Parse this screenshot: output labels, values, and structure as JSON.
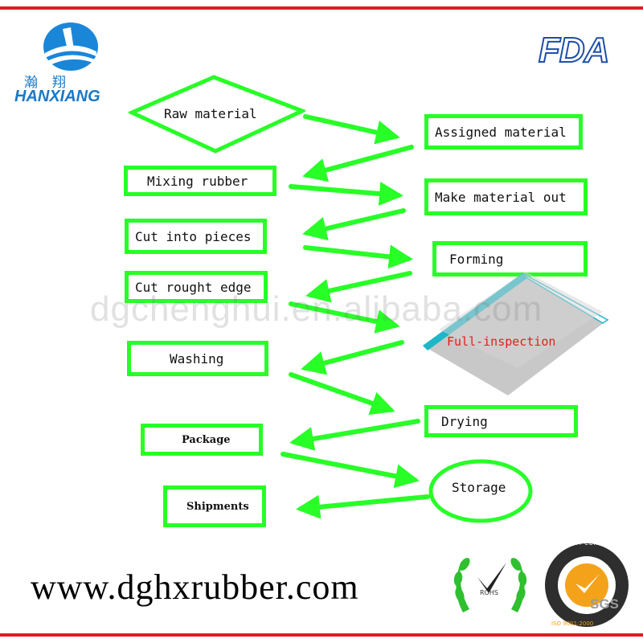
{
  "brand": {
    "name_cn": "瀚翔",
    "name_en": "HANXIANG",
    "fda_logo_text": "FDA",
    "brand_color": "#1a78c8"
  },
  "watermark": "dgchenghui.en.alibaba.com",
  "website": "www.dghxrubber.com",
  "colors": {
    "node_border": "#27ff27",
    "arrow": "#27ff27",
    "frame": "#e11b22",
    "inspection_text": "#e0201a"
  },
  "flow": {
    "raw_material": "Raw material",
    "assigned_material": "Assigned material",
    "mixing_rubber": "Mixing rubber",
    "make_material_out": "Make material out",
    "cut_into_pieces": "Cut into pieces",
    "forming": "Forming",
    "cut_rought_edge": "Cut rought edge",
    "full_inspection": "Full-inspection",
    "washing": "Washing",
    "drying": "Drying",
    "package": "Package",
    "storage": "Storage",
    "shipments": "Shipments"
  },
  "badges": {
    "rohs": "ROHS",
    "iso_cert_top": "SYSTEM CERTIFICATION",
    "iso_cert_bottom": "ISO 9001:2000",
    "sgs": "SGS"
  }
}
